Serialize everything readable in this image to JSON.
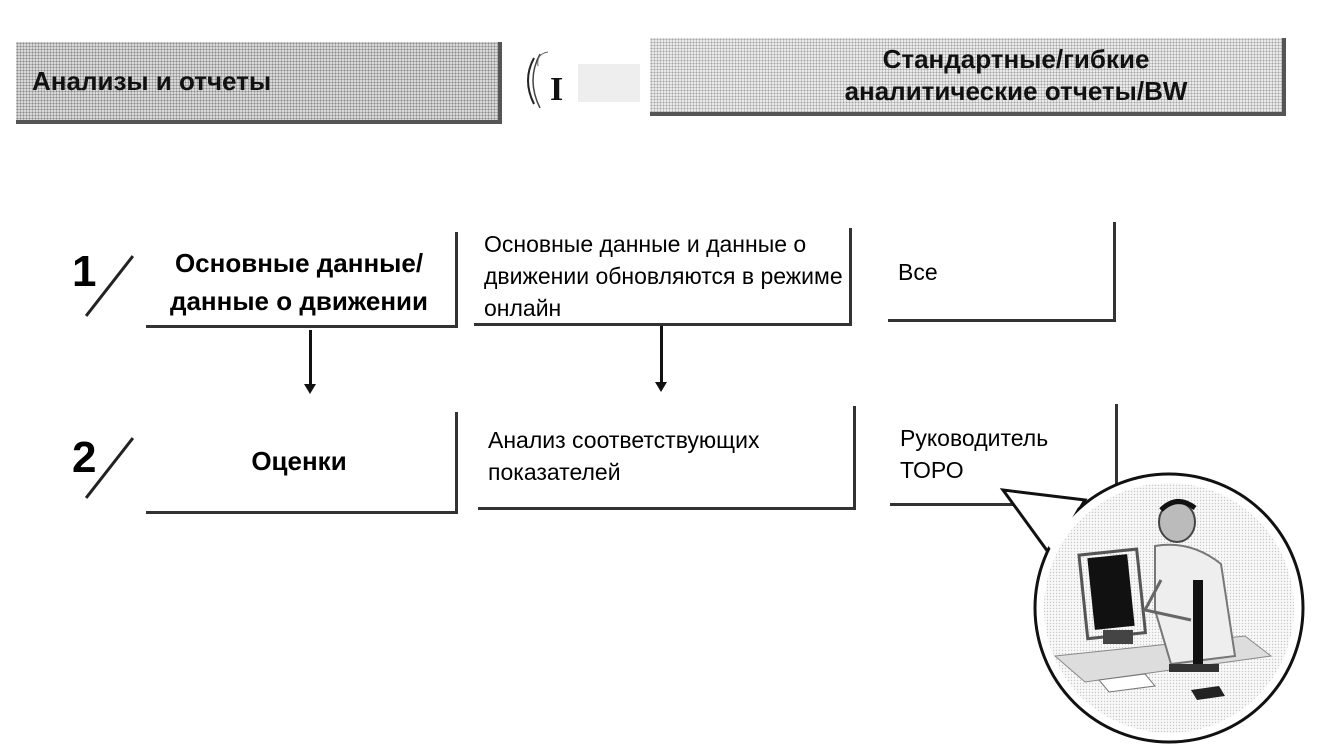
{
  "header": {
    "left_title": "Анализы и отчеты",
    "icon_letter": "I",
    "right_title": "Стандартные/гибкие аналитические отчеты/BW"
  },
  "steps": [
    {
      "number": "1",
      "name": "Основные данные/ данные о движении",
      "description": "Основные данные и данные о движении обновляются в режиме онлайн",
      "role": "Все"
    },
    {
      "number": "2",
      "name": "Оценки",
      "description": "Анализ соответствующих показателей",
      "role": "Руководитель ТОРО"
    }
  ],
  "icons": {
    "header_icon": "document-roll-icon",
    "photo": "manager-at-computer-illustration"
  }
}
